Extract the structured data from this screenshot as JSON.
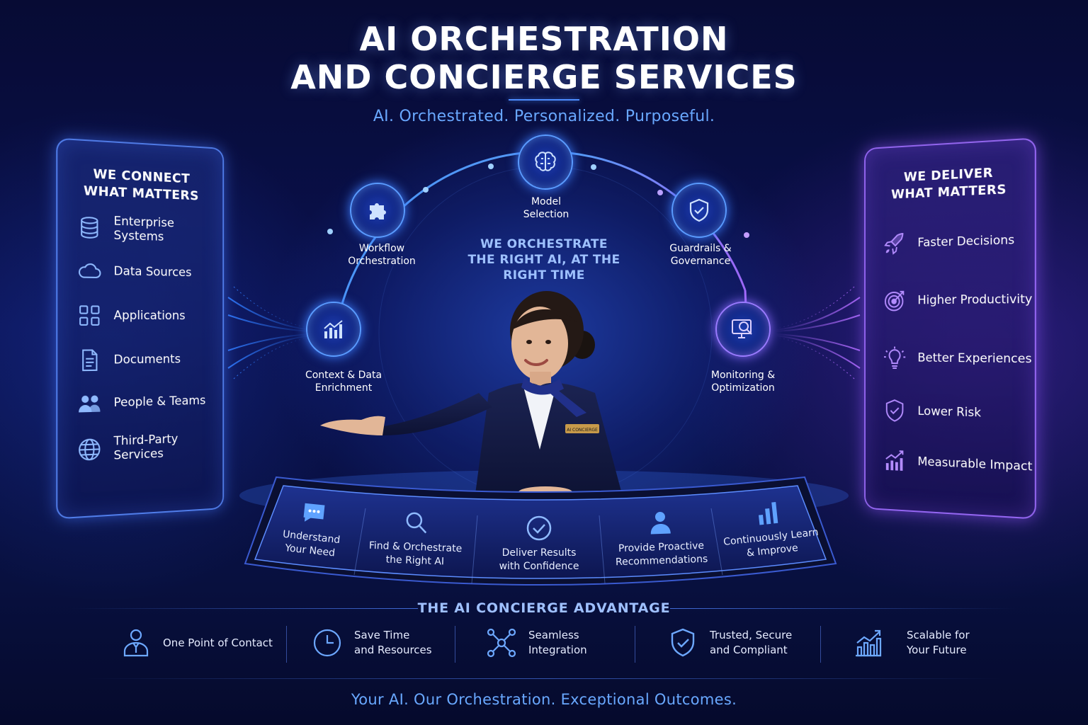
{
  "header": {
    "title_line1": "AI ORCHESTRATION",
    "title_line2": "AND CONCIERGE SERVICES",
    "tagline": "AI. Orchestrated. Personalized. Purposeful."
  },
  "left_panel": {
    "title_line1": "WE CONNECT",
    "title_line2": "WHAT MATTERS",
    "items": [
      {
        "label": "Enterprise Systems",
        "icon": "database-icon"
      },
      {
        "label": "Data Sources",
        "icon": "cloud-icon"
      },
      {
        "label": "Applications",
        "icon": "grid-icon"
      },
      {
        "label": "Documents",
        "icon": "document-icon"
      },
      {
        "label": "People & Teams",
        "icon": "people-icon"
      },
      {
        "label": "Third-Party Services",
        "icon": "globe-icon"
      }
    ]
  },
  "right_panel": {
    "title_line1": "WE DELIVER",
    "title_line2": "WHAT MATTERS",
    "items": [
      {
        "label": "Faster Decisions",
        "icon": "rocket-icon"
      },
      {
        "label": "Higher Productivity",
        "icon": "target-icon"
      },
      {
        "label": "Better Experiences",
        "icon": "lightbulb-icon"
      },
      {
        "label": "Lower Risk",
        "icon": "shield-check-icon"
      },
      {
        "label": "Measurable Impact",
        "icon": "bar-chart-up-icon"
      }
    ]
  },
  "orbit": {
    "center_line1": "WE ORCHESTRATE",
    "center_line2": "THE RIGHT AI, AT THE",
    "center_line3": "RIGHT TIME",
    "nodes": [
      {
        "line1": "Context & Data",
        "line2": "Enrichment",
        "icon": "chart-icon"
      },
      {
        "line1": "Workflow",
        "line2": "Orchestration",
        "icon": "puzzle-icon"
      },
      {
        "line1": "Model",
        "line2": "Selection",
        "icon": "brain-icon"
      },
      {
        "line1": "Guardrails &",
        "line2": "Governance",
        "icon": "shield-check-icon"
      },
      {
        "line1": "Monitoring &",
        "line2": "Optimization",
        "icon": "monitor-search-icon"
      }
    ]
  },
  "concierge": {
    "badge": "AI CONCIERGE",
    "steps": [
      {
        "line1": "Understand",
        "line2": "Your Need",
        "icon": "chat-bubble-icon"
      },
      {
        "line1": "Find & Orchestrate",
        "line2": "the Right AI",
        "icon": "magnifier-icon"
      },
      {
        "line1": "Deliver Results",
        "line2": "with Confidence",
        "icon": "check-circle-icon"
      },
      {
        "line1": "Provide Proactive",
        "line2": "Recommendations",
        "icon": "person-icon"
      },
      {
        "line1": "Continuously Learn",
        "line2": "& Improve",
        "icon": "bars-icon"
      }
    ]
  },
  "advantage": {
    "title": "THE AI CONCIERGE ADVANTAGE",
    "items": [
      {
        "line1": "One Point of Contact",
        "line2": "",
        "icon": "agent-icon"
      },
      {
        "line1": "Save Time",
        "line2": "and Resources",
        "icon": "clock-icon"
      },
      {
        "line1": "Seamless",
        "line2": "Integration",
        "icon": "network-icon"
      },
      {
        "line1": "Trusted, Secure",
        "line2": "and Compliant",
        "icon": "shield-check-icon"
      },
      {
        "line1": "Scalable for",
        "line2": "Your Future",
        "icon": "growth-chart-icon"
      }
    ]
  },
  "footer": {
    "text": "Your AI. Our Orchestration. Exceptional Outcomes."
  },
  "colors": {
    "accent_blue": "#4d8dff",
    "accent_purple": "#a070ff",
    "text_blue": "#69a8ff"
  }
}
